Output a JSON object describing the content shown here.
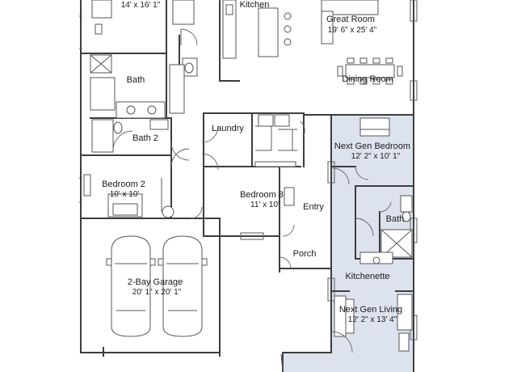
{
  "colors": {
    "next_gen_fill": "#dde3ee",
    "wall": "#3d3d3d",
    "background": "#ffffff"
  },
  "rooms": [
    {
      "id": "owners-suite",
      "name": "",
      "dims": "14' x 16' 1\""
    },
    {
      "id": "kitchen",
      "name": "Kitchen",
      "dims": ""
    },
    {
      "id": "great-room",
      "name": "Great Room",
      "dims": "19' 6\" x 25' 4\""
    },
    {
      "id": "bath",
      "name": "Bath",
      "dims": ""
    },
    {
      "id": "dining-room",
      "name": "Dining Room",
      "dims": ""
    },
    {
      "id": "laundry",
      "name": "Laundry",
      "dims": ""
    },
    {
      "id": "bath-2",
      "name": "Bath 2",
      "dims": ""
    },
    {
      "id": "next-gen-bedroom",
      "name": "Next Gen Bedroom",
      "dims": "12' 2\" x 10' 1\""
    },
    {
      "id": "bedroom-2",
      "name": "Bedroom 2",
      "dims": "10' x 10'"
    },
    {
      "id": "bedroom-3",
      "name": "Bedroom 3",
      "dims": "11' x 10'"
    },
    {
      "id": "entry",
      "name": "Entry",
      "dims": ""
    },
    {
      "id": "next-gen-bath",
      "name": "Bath",
      "dims": ""
    },
    {
      "id": "porch",
      "name": "Porch",
      "dims": ""
    },
    {
      "id": "kitchenette",
      "name": "Kitchenette",
      "dims": ""
    },
    {
      "id": "garage",
      "name": "2-Bay Garage",
      "dims": "20' 1\" x 20' 1\""
    },
    {
      "id": "next-gen-living",
      "name": "Next Gen Living",
      "dims": "12' 2\" x 13' 4\""
    }
  ]
}
